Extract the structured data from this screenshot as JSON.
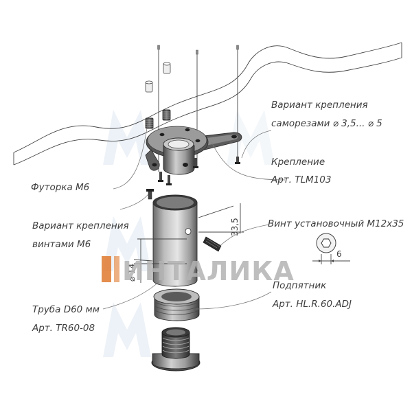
{
  "labels": {
    "screw_option_1": "Вариант крепления",
    "screw_option_2": "саморезами ⌀ 3,5... ⌀ 5",
    "fastener_1": "Крепление",
    "fastener_2": "Арт. TLM103",
    "insert_nut": "Футорка М6",
    "bolt_option_1": "Вариант крепления",
    "bolt_option_2": "винтами М6",
    "set_screw": "Винт установочный М12х35",
    "foot_1": "Подпятник",
    "foot_2": "Арт. HL.R.60.ADJ",
    "tube_1": "Труба D60 мм",
    "tube_2": "Арт. TR60-08"
  },
  "dimensions": {
    "hole_diameter": "⌀ 14",
    "hole_height": "33,5",
    "hex_key": "6"
  },
  "watermark": {
    "text": "ИНТАЛИКА",
    "accent_color": "#e07a2e",
    "gray_color": "#b3b3b3"
  },
  "colors": {
    "metal_dark": "#555555",
    "metal_light": "#d8d8d8",
    "line": "#3a3a3a"
  }
}
